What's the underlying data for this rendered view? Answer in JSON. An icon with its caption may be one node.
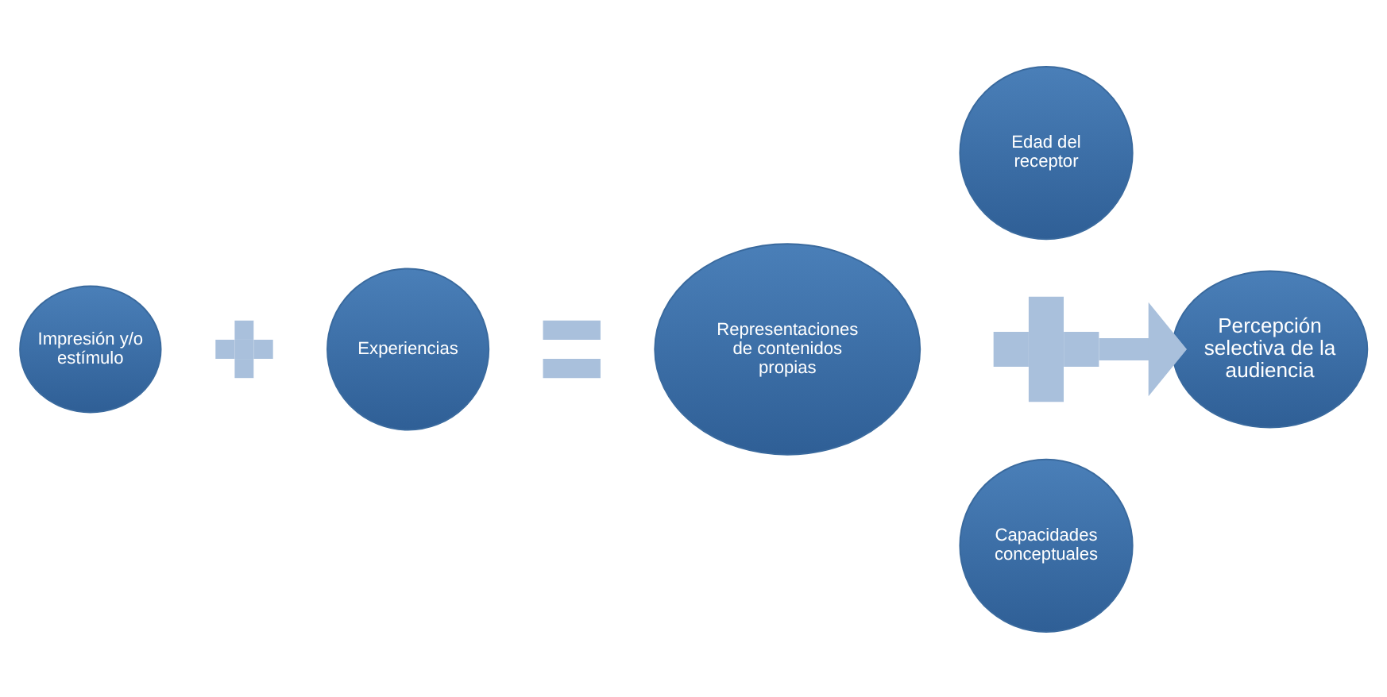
{
  "diagram": {
    "nodes": [
      {
        "text": [
          "Impresión y/o estímulo"
        ]
      },
      {
        "text": [],
        "shape": "plus"
      },
      {
        "text": [
          "Experiencias"
        ]
      },
      {
        "text": [],
        "shape": "equals"
      },
      {
        "text": [
          "Representaciones de contenidos propias"
        ]
      },
      {
        "text": [
          "Edad del receptor"
        ]
      },
      {
        "text": [],
        "shape": "plus"
      },
      {
        "text": [
          "Capacidades conceptuales"
        ]
      },
      {
        "text": [
          "Percepción selectiva de la audiencia"
        ]
      }
    ],
    "edges": [
      {
        "from": 6,
        "to": 8,
        "arrow": "to"
      }
    ]
  }
}
